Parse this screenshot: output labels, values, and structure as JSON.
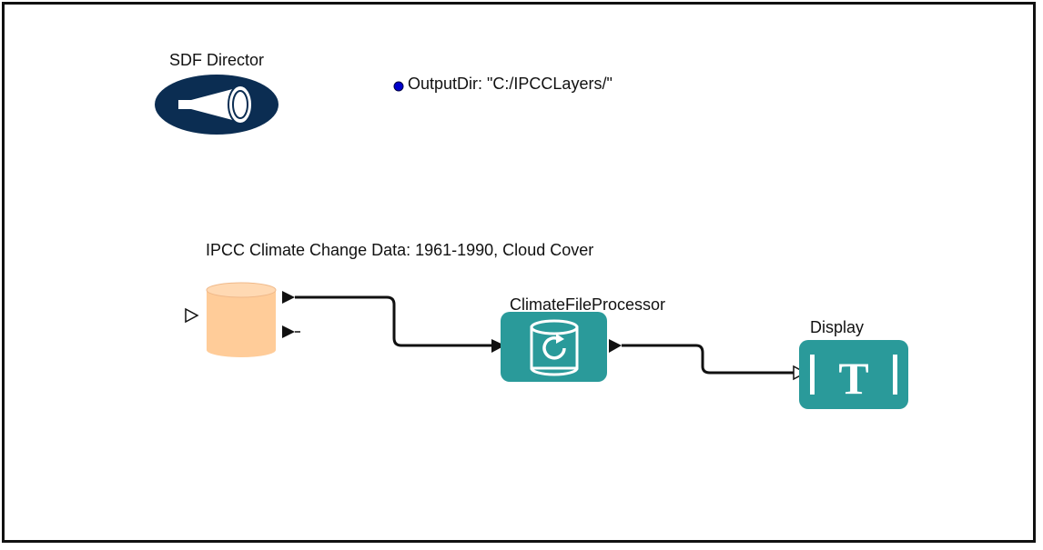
{
  "director": {
    "label": "SDF Director"
  },
  "parameter": {
    "text": "OutputDir: \"C:/IPCCLayers/\"",
    "bullet_color": "#0000cc"
  },
  "actors": {
    "data_source": {
      "label": "IPCC Climate Change Data: 1961-1990, Cloud Cover",
      "color": "#ffcc99",
      "icon": "database-cylinder-icon"
    },
    "processor": {
      "label": "ClimateFileProcessor",
      "color": "#2a9a9a",
      "icon": "database-refresh-icon"
    },
    "display": {
      "label": "Display",
      "color": "#2a9a9a",
      "icon": "text-display-icon",
      "glyph": "T"
    }
  },
  "colors": {
    "director_bg": "#0b2d52",
    "wire": "#111111",
    "frame": "#111111"
  }
}
